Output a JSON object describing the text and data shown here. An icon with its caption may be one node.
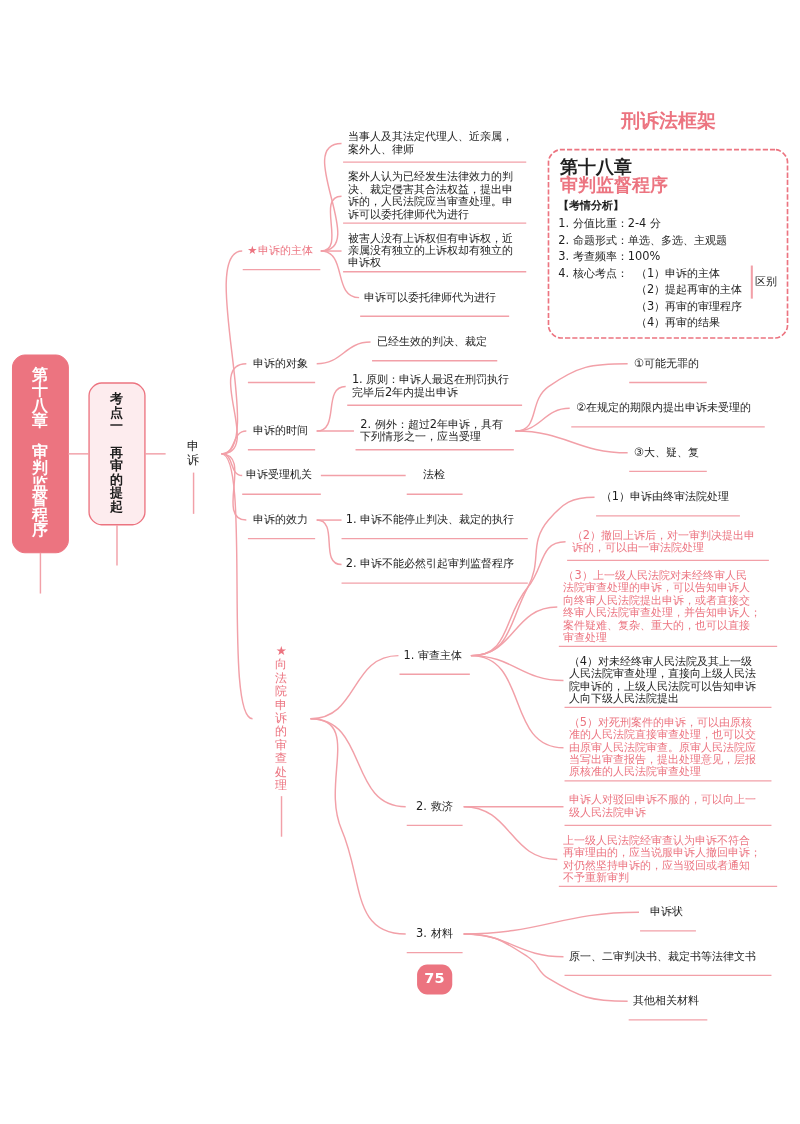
{
  "diagram": {
    "nodes": [
      {
        "text": [
          "第十八章",
          "审判监督程序",
          "【考情分析】",
          "1. 分值比重：2-4 分",
          "2. 命题形式：单选、多选、主观题",
          "3. 考查频率：100%",
          "4. 核心考点：",
          "（1）申诉的主体",
          "（2）提起再审的主体",
          "（3）再审的审理程序",
          "（4）再审的结果",
          "区别"
        ]
      },
      {
        "text": [
          "第十八章",
          "审判监督程序"
        ]
      },
      {
        "text": [
          "考点一",
          "再审的提起"
        ]
      },
      {
        "text": [
          "申诉"
        ]
      },
      {
        "text": [
          "★申诉的主体"
        ]
      },
      {
        "text": [
          "当事人及其法定代理人、近亲属，案外人、律师"
        ]
      },
      {
        "text": [
          "案外人认为已经发生法律效力的判决、裁定侵害其合法权益，提出申诉的，人民法院应当审查处理。申诉可以委托律师代为进行"
        ]
      },
      {
        "text": [
          "被害人没有上诉权但有申诉权，近亲属没有独立的上诉权却有独立的申诉权"
        ]
      },
      {
        "text": [
          "申诉可以委托律师代为进行"
        ]
      },
      {
        "text": [
          "申诉的对象"
        ]
      },
      {
        "text": [
          "已经生效的判决、裁定"
        ]
      },
      {
        "text": [
          "申诉的时间"
        ]
      },
      {
        "text": [
          "1. 原则：申诉人最迟在刑罚执行完毕后2年内提出申诉"
        ]
      },
      {
        "text": [
          "2. 例外：超过2年申诉，具有下列情形之一，应当受理"
        ]
      },
      {
        "text": [
          "①可能无罪的"
        ]
      },
      {
        "text": [
          "②在规定的期限内提出申诉未受理的"
        ]
      },
      {
        "text": [
          "③大、疑、复"
        ]
      },
      {
        "text": [
          "申诉受理机关"
        ]
      },
      {
        "text": [
          "法检"
        ]
      },
      {
        "text": [
          "申诉的效力"
        ]
      },
      {
        "text": [
          "1. 申诉不能停止判决、裁定的执行"
        ]
      },
      {
        "text": [
          "2. 申诉不能必然引起审判监督程序"
        ]
      },
      {
        "text": [
          "★向法院申诉的审查处理"
        ]
      },
      {
        "text": [
          "1. 审查主体"
        ]
      },
      {
        "text": [
          "（1）申诉由终审法院处理"
        ]
      },
      {
        "text": [
          "（2）撤回上诉后，对一审判决提出申诉的，可以由一审法院处理"
        ]
      },
      {
        "text": [
          "（3）上一级人民法院对未经终审人民法院审查处理的申诉，可以告知申诉人向终审人民法院提出申诉，或者直接交终审人民法院审查处理，并告知申诉人；案件疑难、复杂、重大的，也可以直接审查处理"
        ]
      },
      {
        "text": [
          "（4）对未经终审人民法院及其上一级人民法院审查处理，直接向上级人民法院申诉的，上级人民法院可以告知申诉人向下级人民法院提出"
        ]
      },
      {
        "text": [
          "（5）对死刑案件的申诉，可以由原核准的人民法院直接审查处理，也可以交由原审人民法院审查。原审人民法院应当写出审查报告，提出处理意见，层报原核准的人民法院审查处理"
        ]
      },
      {
        "text": [
          "2. 救济"
        ]
      },
      {
        "text": [
          "申诉人对驳回申诉不服的，可以向上一级人民法院申诉"
        ]
      },
      {
        "text": [
          "上一级人民法院经审查认为申诉不符合再审理由的，应当说服申诉人撤回申诉；对仍然坚持申诉的，应当驳回或者通知不予重新审判"
        ]
      },
      {
        "text": [
          "3. 材料"
        ]
      },
      {
        "text": [
          "申诉状"
        ]
      },
      {
        "text": [
          "原一、二审判决书、裁定书等法律文书"
        ]
      },
      {
        "text": [
          "其他相关材料"
        ]
      }
    ],
    "edges": [
      {
        "from": 1,
        "to": 2,
        "arrow": "none"
      },
      {
        "from": 2,
        "to": 3,
        "arrow": "none"
      },
      {
        "from": 3,
        "to": 4,
        "arrow": "none"
      },
      {
        "from": 4,
        "to": 5,
        "arrow": "none"
      },
      {
        "from": 4,
        "to": 6,
        "arrow": "none"
      },
      {
        "from": 4,
        "to": 7,
        "arrow": "none"
      },
      {
        "from": 4,
        "to": 8,
        "arrow": "none"
      },
      {
        "from": 3,
        "to": 9,
        "arrow": "none"
      },
      {
        "from": 9,
        "to": 10,
        "arrow": "none"
      },
      {
        "from": 3,
        "to": 11,
        "arrow": "none"
      },
      {
        "from": 11,
        "to": 12,
        "arrow": "none"
      },
      {
        "from": 11,
        "to": 13,
        "arrow": "none"
      },
      {
        "from": 13,
        "to": 14,
        "arrow": "none"
      },
      {
        "from": 13,
        "to": 15,
        "arrow": "none"
      },
      {
        "from": 13,
        "to": 16,
        "arrow": "none"
      },
      {
        "from": 3,
        "to": 17,
        "arrow": "none"
      },
      {
        "from": 17,
        "to": 18,
        "arrow": "none"
      },
      {
        "from": 3,
        "to": 19,
        "arrow": "none"
      },
      {
        "from": 19,
        "to": 20,
        "arrow": "none"
      },
      {
        "from": 19,
        "to": 21,
        "arrow": "none"
      },
      {
        "from": 3,
        "to": 22,
        "arrow": "none"
      },
      {
        "from": 22,
        "to": 23,
        "arrow": "none"
      },
      {
        "from": 23,
        "to": 24,
        "arrow": "none"
      },
      {
        "from": 23,
        "to": 25,
        "arrow": "none"
      },
      {
        "from": 23,
        "to": 26,
        "arrow": "none"
      },
      {
        "from": 23,
        "to": 27,
        "arrow": "none"
      },
      {
        "from": 23,
        "to": 28,
        "arrow": "none"
      },
      {
        "from": 22,
        "to": 29,
        "arrow": "none"
      },
      {
        "from": 29,
        "to": 30,
        "arrow": "none"
      },
      {
        "from": 29,
        "to": 31,
        "arrow": "none"
      },
      {
        "from": 22,
        "to": 32,
        "arrow": "none"
      },
      {
        "from": 32,
        "to": 33,
        "arrow": "none"
      },
      {
        "from": 32,
        "to": 34,
        "arrow": "none"
      },
      {
        "from": 32,
        "to": 35,
        "arrow": "none"
      },
      {
        "from": 1,
        "to": null,
        "arrow": "none"
      },
      {
        "from": 2,
        "to": null,
        "arrow": "none"
      },
      {
        "from": 3,
        "to": null,
        "arrow": "none"
      },
      {
        "from": 22,
        "to": null,
        "arrow": "none"
      }
    ],
    "labels": [
      "刑诉法框架",
      "75"
    ]
  }
}
